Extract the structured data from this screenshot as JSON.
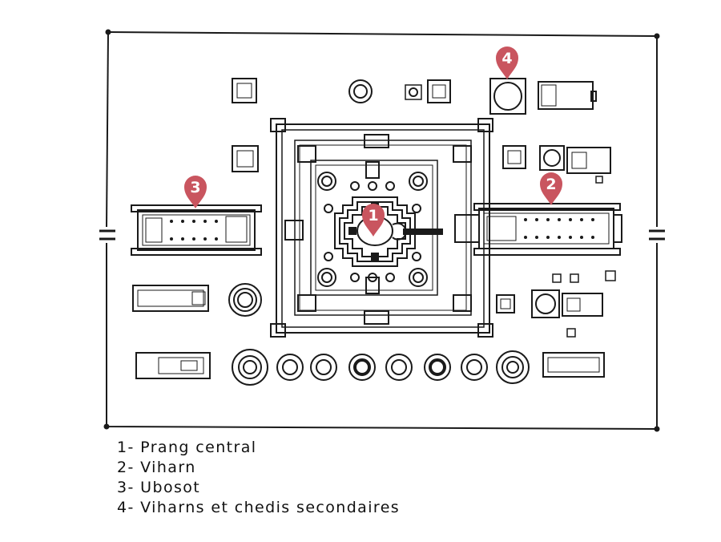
{
  "markers": [
    {
      "number": "1",
      "color": "#c9555f"
    },
    {
      "number": "2",
      "color": "#c9555f"
    },
    {
      "number": "3",
      "color": "#c9555f"
    },
    {
      "number": "4",
      "color": "#c9555f"
    }
  ],
  "legend": [
    "1- Prang central",
    "2- Viharn",
    "3- Ubosot",
    "4- Viharns et chedis secondaires"
  ],
  "colors": {
    "ink": "#1a1a1a",
    "marker": "#c9555f"
  }
}
